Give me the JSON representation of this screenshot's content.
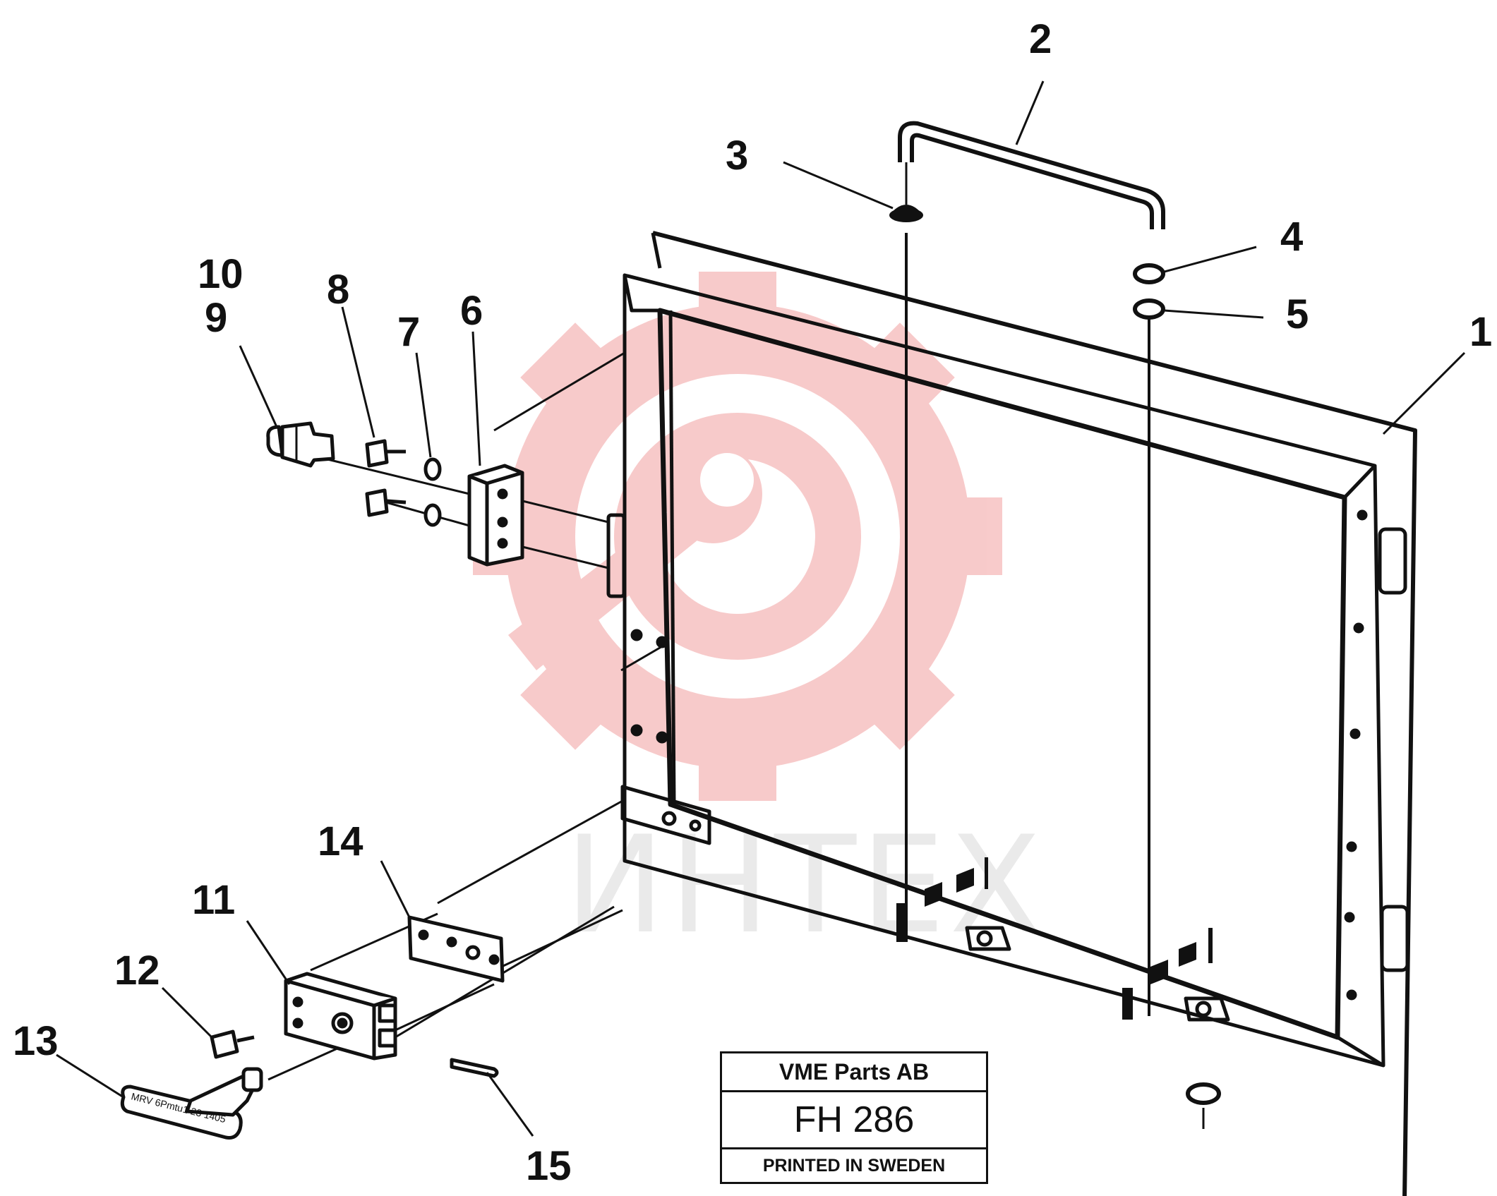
{
  "diagram": {
    "callouts": [
      {
        "id": "1",
        "label": "1"
      },
      {
        "id": "2",
        "label": "2"
      },
      {
        "id": "3",
        "label": "3"
      },
      {
        "id": "4",
        "label": "4"
      },
      {
        "id": "5",
        "label": "5"
      },
      {
        "id": "6",
        "label": "6"
      },
      {
        "id": "7",
        "label": "7"
      },
      {
        "id": "8",
        "label": "8"
      },
      {
        "id": "9",
        "label": "9"
      },
      {
        "id": "10",
        "label": "10"
      },
      {
        "id": "11",
        "label": "11"
      },
      {
        "id": "12",
        "label": "12"
      },
      {
        "id": "13",
        "label": "13"
      },
      {
        "id": "14",
        "label": "14"
      },
      {
        "id": "15",
        "label": "15"
      }
    ],
    "key_marking": "MRV 6Pmtu1 23 1405"
  },
  "stamp": {
    "company": "VME Parts AB",
    "code": "FH 286",
    "printed": "PRINTED IN SWEDEN"
  },
  "watermark": {
    "text": "ИНТЕХ",
    "color": "#f2a0a0",
    "text_color": "#d9d9d9"
  },
  "colors": {
    "line": "#111111",
    "background": "#ffffff"
  }
}
